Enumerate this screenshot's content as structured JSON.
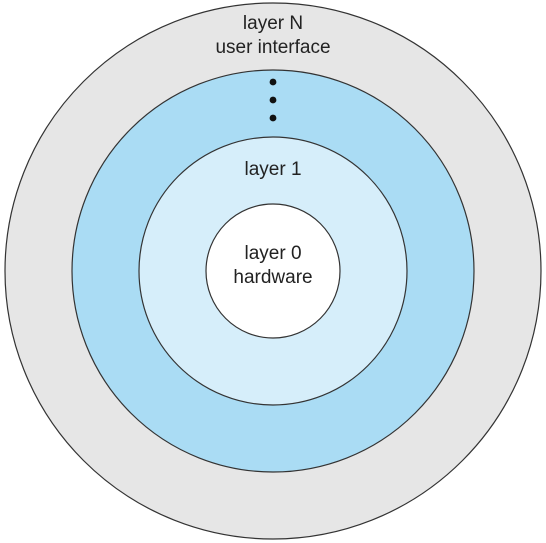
{
  "layers": [
    {
      "id": "layer-n",
      "lines": [
        "layer N",
        "user interface"
      ],
      "fill": "#e6e6e6"
    },
    {
      "id": "middle",
      "lines": [],
      "fill": "#aadcf4"
    },
    {
      "id": "layer-1",
      "lines": [
        "layer 1"
      ],
      "fill": "#d6eefa"
    },
    {
      "id": "layer-0",
      "lines": [
        "layer 0",
        "hardware"
      ],
      "fill": "#ffffff"
    }
  ],
  "ellipsis_dot_color": "#111111",
  "outline_color": "#333333"
}
